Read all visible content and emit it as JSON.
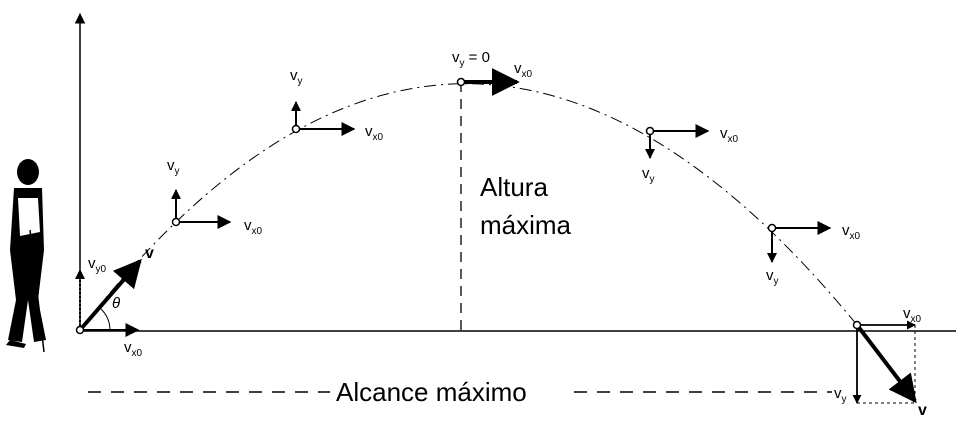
{
  "labels": {
    "altura_line1": "Altura",
    "altura_line2": "máxima",
    "alcance": "Alcance máximo",
    "vy_zero": "v",
    "vy_zero_sub": "y",
    "vy_zero_eq": " = 0",
    "vx0": "v",
    "vx0_sub": "x0",
    "vy": "v",
    "vy_sub": "y",
    "vy0": "v",
    "vy0_sub": "y0",
    "v": "v",
    "theta": "θ"
  },
  "colors": {
    "ink": "#000000",
    "background": "#ffffff"
  },
  "icons": {
    "golfer": "golfer-figure"
  }
}
